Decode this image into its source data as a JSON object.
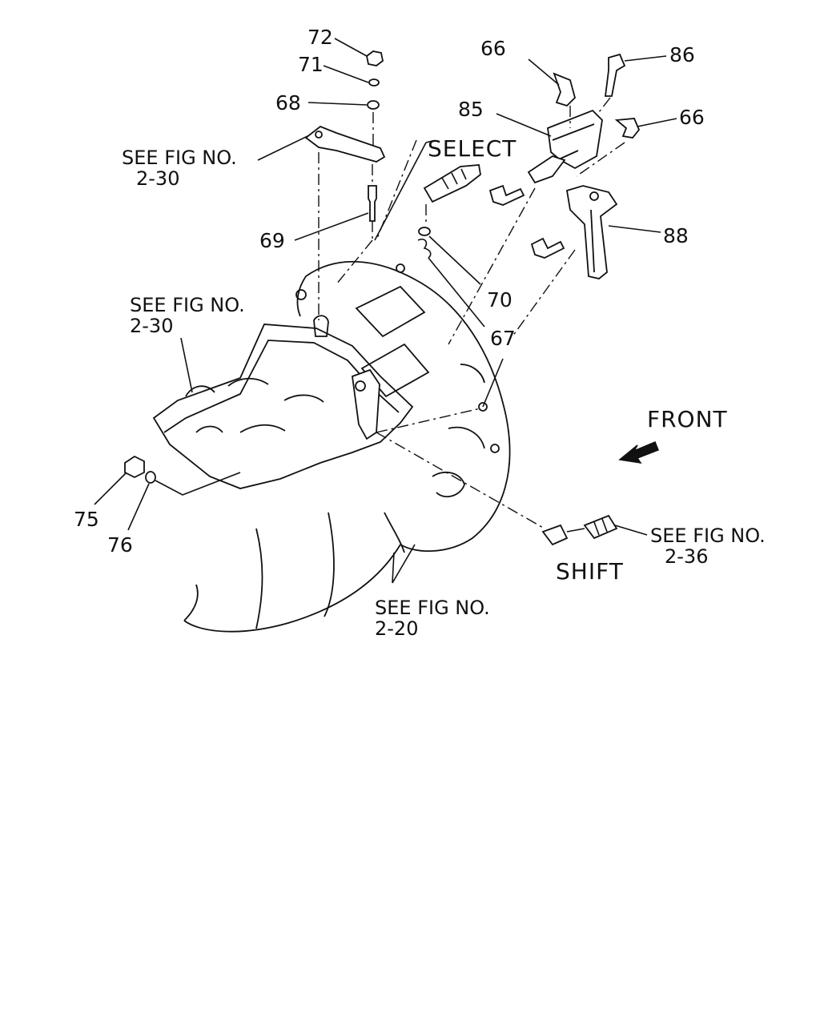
{
  "callouts": {
    "c72": "72",
    "c71": "71",
    "c68": "68",
    "c69": "69",
    "c70": "70",
    "c67": "67",
    "c66a": "66",
    "c66b": "66",
    "c85": "85",
    "c86": "86",
    "c88": "88",
    "c75": "75",
    "c76": "76"
  },
  "references": {
    "fig_2_30_a": {
      "line1": "SEE FIG NO.",
      "line2": "2-30"
    },
    "fig_2_30_b": {
      "line1": "SEE FIG NO.",
      "line2": "2-30"
    },
    "fig_2_36": {
      "line1": "SEE FIG NO.",
      "line2": "2-36"
    },
    "fig_2_20": {
      "line1": "SEE FIG NO.",
      "line2": "2-20"
    }
  },
  "labels": {
    "select": "SELECT",
    "shift": "SHIFT",
    "front": "FRONT"
  },
  "icons": {
    "direction_arrow": "front-direction-arrow-icon"
  }
}
